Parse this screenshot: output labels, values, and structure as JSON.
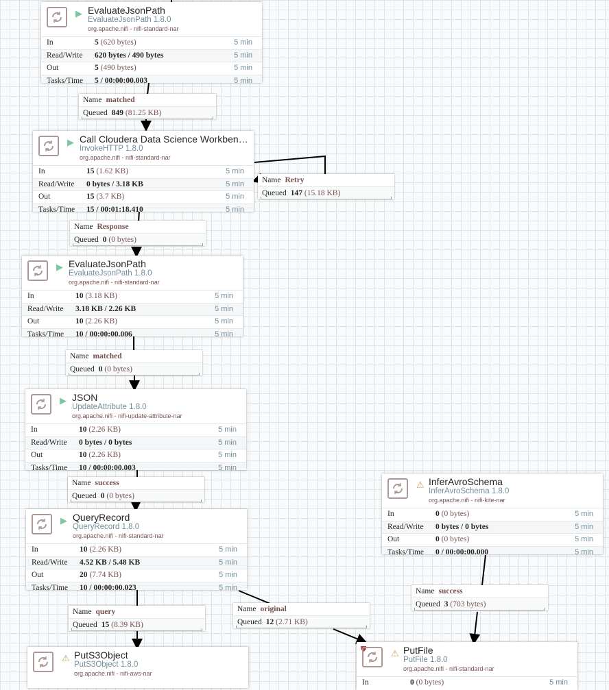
{
  "processors": [
    {
      "id": "p1",
      "name": "EvaluateJsonPath",
      "type": "EvaluateJsonPath 1.8.0",
      "bundle": "org.apache.nifi - nifi-standard-nar",
      "state": "running",
      "in": {
        "count": "5",
        "size": "(620 bytes)"
      },
      "read_write": "620 bytes / 490 bytes",
      "out": {
        "count": "5",
        "size": "(490 bytes)"
      },
      "tasks_time": "5 / 00:00:00.003"
    },
    {
      "id": "p2",
      "name": "Call Cloudera Data Science Workben…",
      "type": "InvokeHTTP 1.8.0",
      "bundle": "org.apache.nifi - nifi-standard-nar",
      "state": "running",
      "in": {
        "count": "15",
        "size": "(1.62 KB)"
      },
      "read_write": "0 bytes / 3.18 KB",
      "out": {
        "count": "15",
        "size": "(3.7 KB)"
      },
      "tasks_time": "15 / 00:01:18.410"
    },
    {
      "id": "p3",
      "name": "EvaluateJsonPath",
      "type": "EvaluateJsonPath 1.8.0",
      "bundle": "org.apache.nifi - nifi-standard-nar",
      "state": "running",
      "in": {
        "count": "10",
        "size": "(3.18 KB)"
      },
      "read_write": "3.18 KB / 2.26 KB",
      "out": {
        "count": "10",
        "size": "(2.26 KB)"
      },
      "tasks_time": "10 / 00:00:00.006"
    },
    {
      "id": "p4",
      "name": "JSON",
      "type": "UpdateAttribute 1.8.0",
      "bundle": "org.apache.nifi - nifi-update-attribute-nar",
      "state": "running",
      "in": {
        "count": "10",
        "size": "(2.26 KB)"
      },
      "read_write": "0 bytes / 0 bytes",
      "out": {
        "count": "10",
        "size": "(2.26 KB)"
      },
      "tasks_time": "10 / 00:00:00.003"
    },
    {
      "id": "p5",
      "name": "QueryRecord",
      "type": "QueryRecord 1.8.0",
      "bundle": "org.apache.nifi - nifi-standard-nar",
      "state": "running",
      "in": {
        "count": "10",
        "size": "(2.26 KB)"
      },
      "read_write": "4.52 KB / 5.48 KB",
      "out": {
        "count": "20",
        "size": "(7.74 KB)"
      },
      "tasks_time": "10 / 00:00:00.023"
    },
    {
      "id": "p6",
      "name": "InferAvroSchema",
      "type": "InferAvroSchema 1.8.0",
      "bundle": "org.apache.nifi - nifi-kite-nar",
      "state": "invalid",
      "in": {
        "count": "0",
        "size": "(0 bytes)"
      },
      "read_write": "0 bytes / 0 bytes",
      "out": {
        "count": "0",
        "size": "(0 bytes)"
      },
      "tasks_time": "0 / 00:00:00.000"
    },
    {
      "id": "p7",
      "name": "PutS3Object",
      "type": "PutS3Object 1.8.0",
      "bundle": "org.apache.nifi - nifi-aws-nar",
      "state": "invalid",
      "in": {
        "count": "",
        "size": ""
      },
      "read_write": "",
      "out": {
        "count": "",
        "size": ""
      },
      "tasks_time": ""
    },
    {
      "id": "p8",
      "name": "PutFile",
      "type": "PutFile 1.8.0",
      "bundle": "org.apache.nifi - nifi-standard-nar",
      "state": "invalid",
      "in": {
        "count": "0",
        "size": "(0 bytes)"
      },
      "read_write": "",
      "out": {
        "count": "",
        "size": ""
      },
      "tasks_time": ""
    }
  ],
  "labels": {
    "in": "In",
    "read_write": "Read/Write",
    "out": "Out",
    "tasks_time": "Tasks/Time",
    "window": "5 min",
    "name": "Name",
    "queued": "Queued"
  },
  "connections": [
    {
      "id": "c1",
      "name": "matched",
      "queued_count": "849",
      "queued_size": "(81.25 KB)"
    },
    {
      "id": "c2",
      "name": "Retry",
      "queued_count": "147",
      "queued_size": "(15.18 KB)"
    },
    {
      "id": "c3",
      "name": "Response",
      "queued_count": "0",
      "queued_size": "(0 bytes)"
    },
    {
      "id": "c4",
      "name": "matched",
      "queued_count": "0",
      "queued_size": "(0 bytes)"
    },
    {
      "id": "c5",
      "name": "success",
      "queued_count": "0",
      "queued_size": "(0 bytes)"
    },
    {
      "id": "c6",
      "name": "success",
      "queued_count": "3",
      "queued_size": "(703 bytes)"
    },
    {
      "id": "c7",
      "name": "query",
      "queued_count": "15",
      "queued_size": "(8.39 KB)"
    },
    {
      "id": "c8",
      "name": "original",
      "queued_count": "12",
      "queued_size": "(2.71 KB)"
    }
  ],
  "colors": {
    "running": "#7dc7a0",
    "invalid": "#cf9f5d",
    "canvas": "#f9fafb",
    "grid": "#dfe4e8",
    "accent": "#728e9b",
    "value": "#775351"
  },
  "icons": {
    "processor": "processor-icon",
    "running": "play-icon",
    "invalid": "warning-icon",
    "bulletin": "shield-icon"
  }
}
